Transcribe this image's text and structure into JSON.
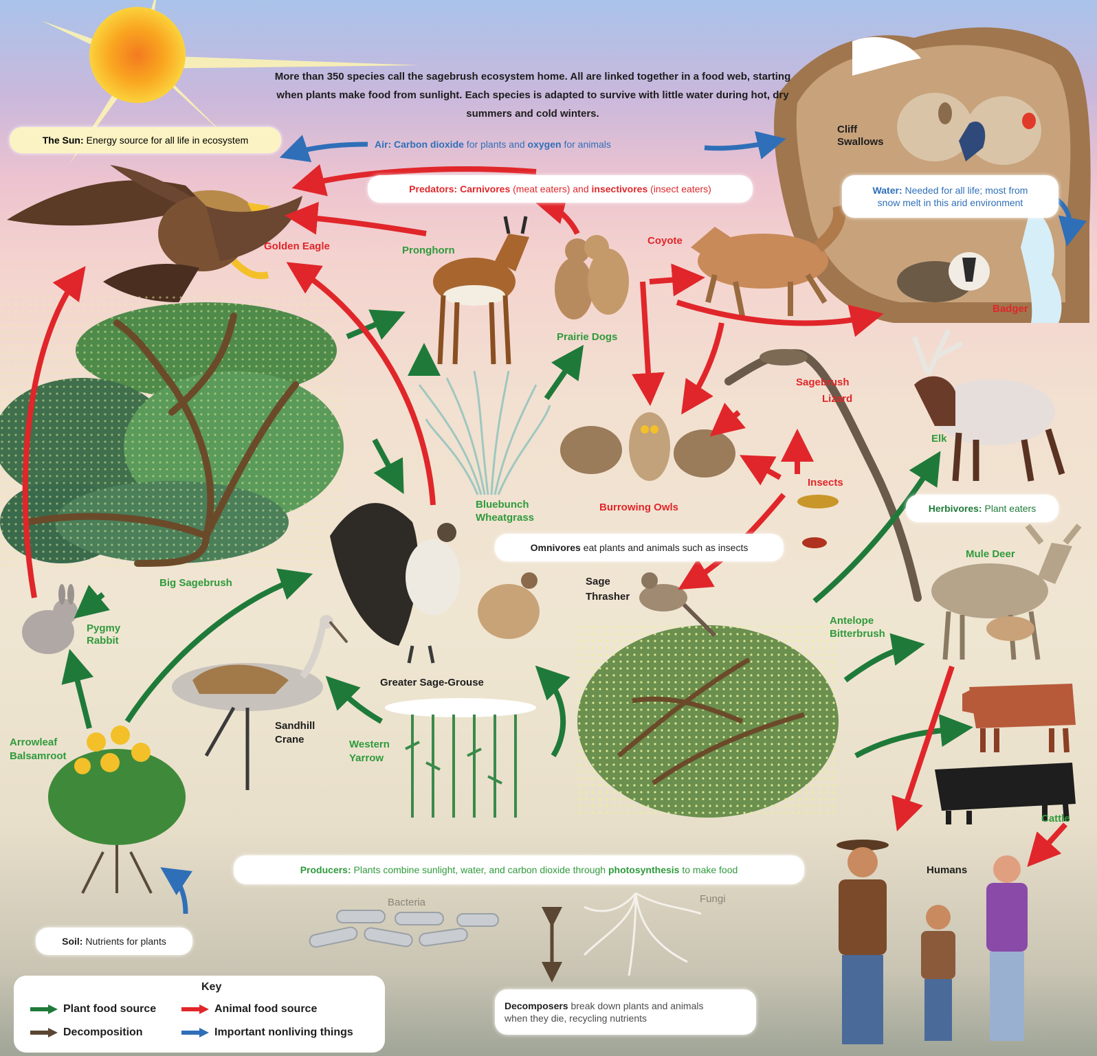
{
  "intro_text": "More than 350 species call the sagebrush ecosystem home. All are linked together in a food web, starting when plants make food from sunlight. Each species is adapted to survive with little water during hot, dry summers and cold winters.",
  "sun_box": {
    "bold": "The Sun:",
    "text": " Energy source for all life in ecosystem"
  },
  "air": {
    "bold1": "Air:",
    "t1": " Carbon dioxide",
    "t2": " for plants and ",
    "bold2": "oxygen",
    "t3": " for animals"
  },
  "predators_box": {
    "bold": "Predators: Carnivores",
    "t1": " (meat eaters) and ",
    "bold2": "insectivores",
    "t2": " (insect eaters)"
  },
  "water_box": {
    "bold": "Water:",
    "text": " Needed for all life; most from",
    "text2": "snow melt in this arid environment"
  },
  "omnivores_box": {
    "bold": "Omnivores",
    "text": " eat plants and animals such as insects"
  },
  "herbivores_box": {
    "bold": "Herbivores:",
    "text": " Plant eaters"
  },
  "producers_box": {
    "bold": "Producers:",
    "t1": " Plants combine sunlight, water, and carbon dioxide through ",
    "bold2": "photosynthesis",
    "t2": " to make food"
  },
  "soil_box": {
    "bold": "Soil:",
    "text": " Nutrients for plants"
  },
  "decomposers_box": {
    "bold": "Decomposers",
    "text": " break down plants and animals",
    "text2": "when they die, recycling nutrients"
  },
  "labels": {
    "golden_eagle": "Golden Eagle",
    "pronghorn": "Pronghorn",
    "prairie_dogs": "Prairie Dogs",
    "coyote": "Coyote",
    "cliff_swallows_1": "Cliff",
    "cliff_swallows_2": "Swallows",
    "badger": "Badger",
    "sagebrush_lizard_1": "Sagebrush",
    "sagebrush_lizard_2": "Lizard",
    "elk": "Elk",
    "insects": "Insects",
    "burrowing_owls": "Burrowing Owls",
    "bluebunch_1": "Bluebunch",
    "bluebunch_2": "Wheatgrass",
    "big_sagebrush": "Big Sagebrush",
    "pygmy_rabbit_1": "Pygmy",
    "pygmy_rabbit_2": "Rabbit",
    "mule_deer": "Mule Deer",
    "sage_thrasher_1": "Sage",
    "sage_thrasher_2": "Thrasher",
    "antelope_1": "Antelope",
    "antelope_2": "Bitterbrush",
    "greater_sage_grouse": "Greater Sage-Grouse",
    "sandhill_1": "Sandhill",
    "sandhill_2": "Crane",
    "western_yarrow_1": "Western",
    "western_yarrow_2": "Yarrow",
    "arrowleaf_1": "Arrowleaf",
    "arrowleaf_2": "Balsamroot",
    "cattle": "Cattle",
    "humans": "Humans",
    "bacteria": "Bacteria",
    "fungi": "Fungi"
  },
  "key": {
    "title": "Key",
    "plant": "Plant food source",
    "animal": "Animal food source",
    "decomposition": "Decomposition",
    "nonliving": "Important nonliving things"
  },
  "colors": {
    "plant_arrow": "#1f7a3a",
    "animal_arrow": "#e0262a",
    "decomposition_arrow": "#5a4632",
    "nonliving_arrow": "#2f6fb8"
  }
}
